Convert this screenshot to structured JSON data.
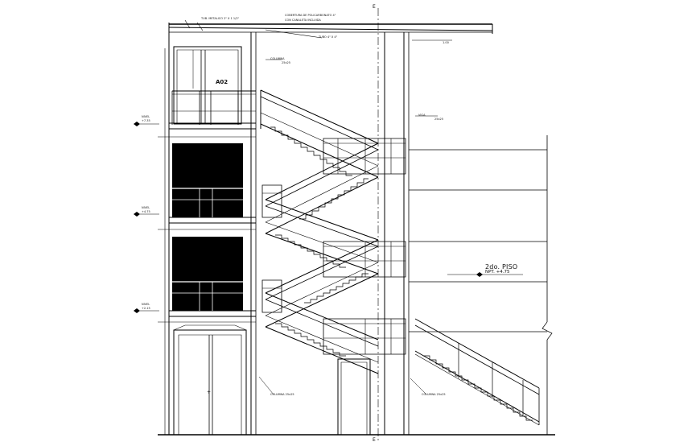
{
  "labels": {
    "roof_note": "TUB. METALICO 2\" X 1 1/2\"",
    "roof_note2": "COBERTURA DE POLICARBONATO 4\"",
    "roof_note3": "CON CANALETA INCLUIDA",
    "beam_note": "TUBO 4\" X 4\"",
    "dim_top": "1.00",
    "col_note_upper_1": "COLUMNA",
    "col_note_upper_2": "25x25",
    "col_note_right_1": "VIGA",
    "col_note_right_2": "25x25",
    "mark_a": "A02",
    "floor_title": "2do. PISO",
    "floor_level": "NPT. +4.75",
    "level_tag_1a": "NIVEL",
    "level_tag_1b": "+7.35",
    "level_tag_2a": "NIVEL",
    "level_tag_2b": "+4.75",
    "level_tag_3a": "NIVEL",
    "level_tag_3b": "+2.15",
    "column_label_left": "COLUMNA 25x25",
    "column_label_right": "COLUMNA 25x25",
    "axis_top": "E",
    "axis_bottom": "E",
    "door_mark": "+"
  },
  "colors": {
    "line": "#000000",
    "fill_dark": "#000000",
    "background": "#ffffff"
  }
}
